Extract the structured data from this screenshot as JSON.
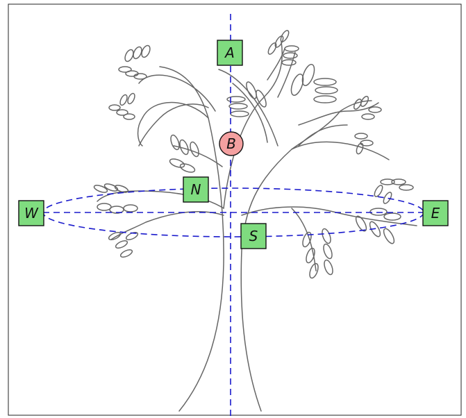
{
  "colors": {
    "node_fill": "#7fdc7f",
    "center_fill": "#f4a0a0",
    "guide_line": "#1a1acc",
    "tree_stroke": "#666666"
  },
  "nodes": {
    "a": "A",
    "b": "B",
    "n": "N",
    "s": "S",
    "w": "W",
    "e": "E"
  }
}
